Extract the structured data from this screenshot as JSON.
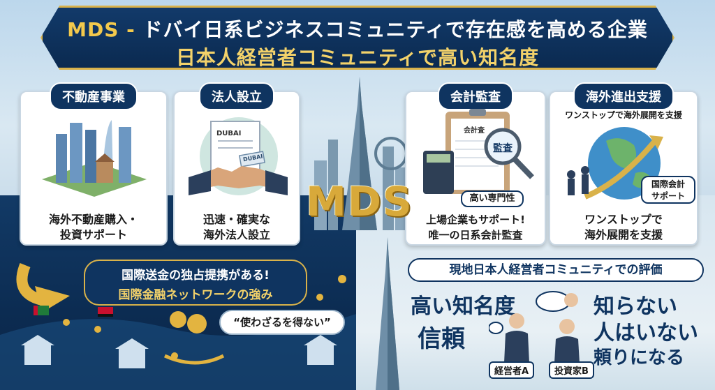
{
  "banner": {
    "line1_accent": "MDS - ",
    "line1_rest": "ドバイ日系ビジネスコミュニティで存在感を高める企業",
    "line2": "日本人経営者コミュニティで高い知名度"
  },
  "cards": [
    {
      "title": "不動産事業",
      "text1": "海外不動産購入・",
      "text2": "投資サポート"
    },
    {
      "title": "法人設立",
      "text1": "迅速・確実な",
      "text2": "海外法人設立",
      "doc_label": "DUBAI",
      "stamp_label": "DUBAI"
    },
    {
      "title": "会計監査",
      "text1": "上場企業もサポート!",
      "text2": "唯一の日系会計監査",
      "clipboard_label": "会計査",
      "magnifier_label": "監査",
      "pill": "高い専門性"
    },
    {
      "title": "海外進出支援",
      "subtitle": "ワンストップで海外展開を支援",
      "text1": "ワンストップで",
      "text2": "海外展開を支援",
      "pill_line1": "国際会計",
      "pill_line2": "サポート"
    }
  ],
  "center_logo": "MDS",
  "callout": {
    "line1": "国際送金の独占提携がある!",
    "line2": "国際金融ネットワークの強み"
  },
  "quote": "“使わざるを得ない”",
  "evaluation": {
    "title": "現地日本人経営者コミュニティでの評価",
    "left_big1": "高い知名度",
    "left_big2": "信頼",
    "right1": "知らない",
    "right2": "人はいない",
    "right3": "頼りになる",
    "tag_a": "経営者A",
    "tag_b": "投資家B"
  },
  "colors": {
    "navy": "#0f3460",
    "gold": "#d9b24a"
  }
}
